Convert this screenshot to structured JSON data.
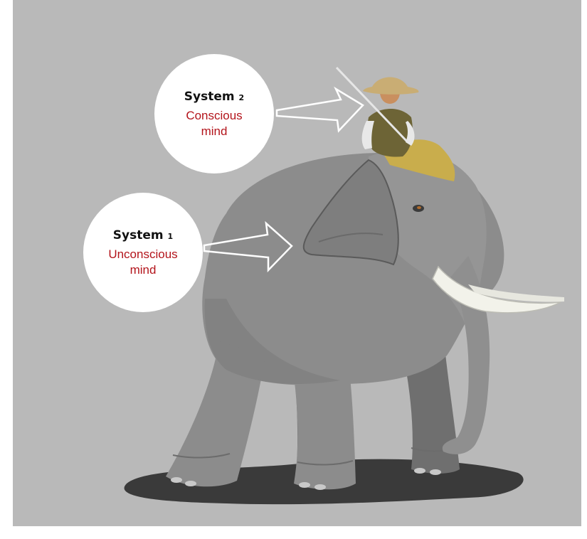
{
  "system2": {
    "title": "System",
    "number": "2",
    "description": "Conscious mind"
  },
  "system1": {
    "title": "System",
    "number": "1",
    "description": "Unconscious mind"
  },
  "colors": {
    "background": "#b9b9b9",
    "bubble": "#ffffff",
    "title_text": "#111111",
    "description_text": "#b3141b",
    "elephant": "#8a8a8a",
    "rider_blanket": "#c9ad4c",
    "tusk": "#f2f2ea",
    "shadow": "#3a3a3a"
  },
  "icons": {
    "elephant": "elephant-illustration",
    "rider": "mahout-rider-illustration",
    "arrow": "outline-arrow"
  }
}
